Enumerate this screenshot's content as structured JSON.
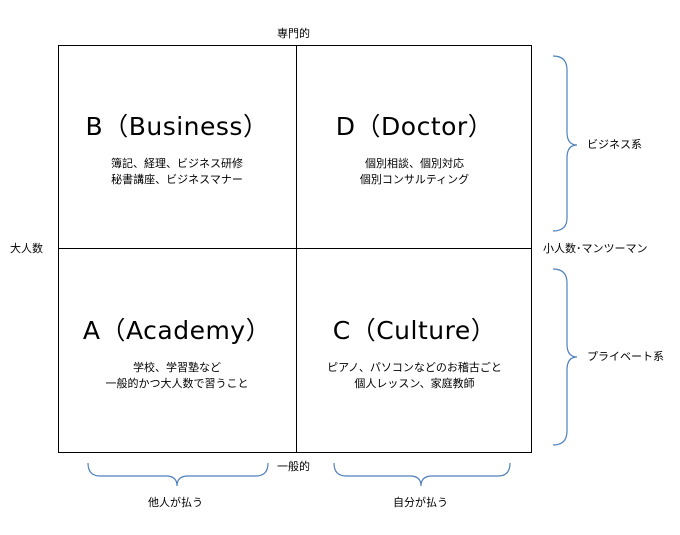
{
  "axes": {
    "top": "専門的",
    "bottom": "一般的",
    "left": "大人数",
    "right": "小人数･マンツーマン"
  },
  "quadrants": {
    "top_left": {
      "title": "B（Business）",
      "lines": [
        "簿記、経理、ビジネス研修",
        "秘書講座、ビジネスマナー"
      ]
    },
    "top_right": {
      "title": "D（Doctor）",
      "lines": [
        "個別相談、個別対応",
        "個別コンサルティング"
      ]
    },
    "bottom_left": {
      "title": "A（Academy）",
      "lines": [
        "学校、学習塾など",
        "一般的かつ大人数で習うこと"
      ]
    },
    "bottom_right": {
      "title": "C（Culture）",
      "lines": [
        "ピアノ、パソコンなどのお稽古ごと",
        "個人レッスン、家庭教師"
      ]
    }
  },
  "braces": {
    "right_top": "ビジネス系",
    "right_bottom": "プライベート系",
    "bottom_left": "他人が払う",
    "bottom_right": "自分が払う"
  },
  "colors": {
    "brace": "#4f81bd",
    "line": "#000000"
  }
}
